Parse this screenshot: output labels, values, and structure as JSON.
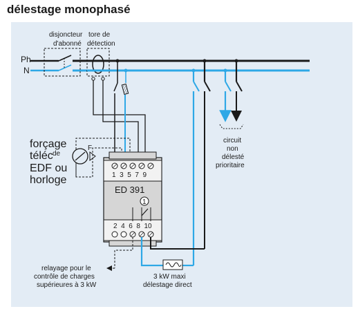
{
  "title": "délestage monophasé",
  "labels": {
    "breaker_line1": "disjoncteur",
    "breaker_line2": "d'abonné",
    "torus_line1": "tore de",
    "torus_line2": "détection",
    "phase": "Ph",
    "neutral": "N",
    "force_line1": "forçage",
    "force_line2": "téléc",
    "force_line2b": "de",
    "force_line3": "EDF ou",
    "force_line4": "horloge",
    "f_symbol": "F",
    "device_name": "ED 391",
    "top_terminals": "1  3  5  7  9",
    "bottom_terminals": "2  4  6  8  10",
    "relay_number": "1",
    "circuit_line1": "circuit",
    "circuit_line2": "non",
    "circuit_line3": "délesté",
    "circuit_line4": "prioritaire",
    "relay_line1": "relayage pour le",
    "relay_line2": "contrôle de charges",
    "relay_line3": "supérieures à 3 kW",
    "load_line1": "3 kW maxi",
    "load_line2": "délestage direct"
  },
  "colors": {
    "background": "#e3ecf5",
    "phase_wire": "#1a1a1a",
    "neutral_wire": "#2ea8e6",
    "device_body": "#d6d6d6",
    "terminal_strip": "#f2f2f2"
  }
}
